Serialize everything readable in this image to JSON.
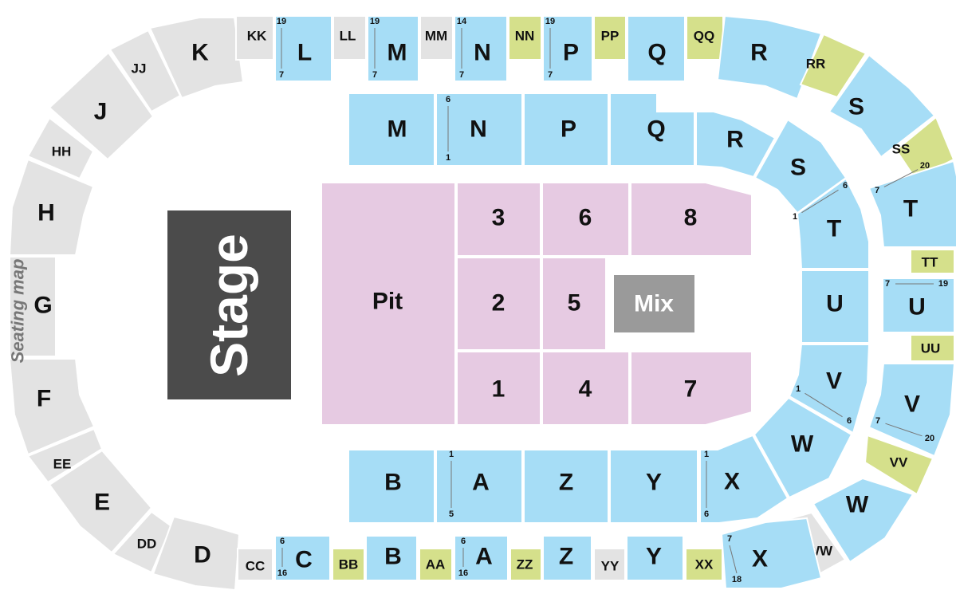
{
  "title": "Seating map",
  "colors": {
    "lower": "#a6ddf6",
    "upper": "#a6ddf6",
    "premium": "#d5e08b",
    "unavailable": "#e3e3e3",
    "floor": "#e6cae2",
    "stage": "#4b4b4b",
    "mix": "#9a9a9a"
  },
  "stage": {
    "label": "Stage"
  },
  "mix": {
    "label": "Mix"
  },
  "sections": [
    {
      "id": "K",
      "label": "K",
      "kind": "unavailable"
    },
    {
      "id": "JJ",
      "label": "JJ",
      "kind": "unavailable"
    },
    {
      "id": "J",
      "label": "J",
      "kind": "unavailable"
    },
    {
      "id": "HH",
      "label": "HH",
      "kind": "unavailable"
    },
    {
      "id": "H",
      "label": "H",
      "kind": "unavailable"
    },
    {
      "id": "G",
      "label": "G",
      "kind": "unavailable"
    },
    {
      "id": "F",
      "label": "F",
      "kind": "unavailable"
    },
    {
      "id": "EE",
      "label": "EE",
      "kind": "unavailable"
    },
    {
      "id": "E",
      "label": "E",
      "kind": "unavailable"
    },
    {
      "id": "DD",
      "label": "DD",
      "kind": "unavailable"
    },
    {
      "id": "D",
      "label": "D",
      "kind": "unavailable"
    },
    {
      "id": "KK",
      "label": "KK",
      "kind": "unavailable"
    },
    {
      "id": "L_up",
      "label": "L",
      "kind": "upper",
      "rows": [
        "19",
        "7"
      ]
    },
    {
      "id": "LL",
      "label": "LL",
      "kind": "unavailable"
    },
    {
      "id": "M_up",
      "label": "M",
      "kind": "upper",
      "rows": [
        "19",
        "7"
      ]
    },
    {
      "id": "MM",
      "label": "MM",
      "kind": "unavailable"
    },
    {
      "id": "N_up",
      "label": "N",
      "kind": "upper",
      "rows": [
        "14",
        "7"
      ]
    },
    {
      "id": "NN",
      "label": "NN",
      "kind": "premium"
    },
    {
      "id": "P_up",
      "label": "P",
      "kind": "upper",
      "rows": [
        "19",
        "7"
      ]
    },
    {
      "id": "PP",
      "label": "PP",
      "kind": "premium"
    },
    {
      "id": "Q_up",
      "label": "Q",
      "kind": "upper"
    },
    {
      "id": "QQ",
      "label": "QQ",
      "kind": "premium"
    },
    {
      "id": "R_up",
      "label": "R",
      "kind": "upper"
    },
    {
      "id": "RR",
      "label": "RR",
      "kind": "premium"
    },
    {
      "id": "S_up",
      "label": "S",
      "kind": "upper"
    },
    {
      "id": "SS",
      "label": "SS",
      "kind": "premium"
    },
    {
      "id": "T_up",
      "label": "T",
      "kind": "upper",
      "rows": [
        "7",
        "20"
      ]
    },
    {
      "id": "TT",
      "label": "TT",
      "kind": "premium"
    },
    {
      "id": "U_up",
      "label": "U",
      "kind": "upper",
      "rows": [
        "7",
        "19"
      ]
    },
    {
      "id": "UU",
      "label": "UU",
      "kind": "premium"
    },
    {
      "id": "V_up",
      "label": "V",
      "kind": "upper",
      "rows": [
        "7",
        "20"
      ]
    },
    {
      "id": "VV",
      "label": "VV",
      "kind": "premium"
    },
    {
      "id": "W_up",
      "label": "W",
      "kind": "upper"
    },
    {
      "id": "WW",
      "label": "WW",
      "kind": "unavailable"
    },
    {
      "id": "X_up",
      "label": "X",
      "kind": "upper",
      "rows": [
        "7",
        "18"
      ]
    },
    {
      "id": "XX",
      "label": "XX",
      "kind": "premium"
    },
    {
      "id": "Y_up",
      "label": "Y",
      "kind": "upper"
    },
    {
      "id": "YY",
      "label": "YY",
      "kind": "unavailable"
    },
    {
      "id": "Z_up",
      "label": "Z",
      "kind": "upper"
    },
    {
      "id": "ZZ",
      "label": "ZZ",
      "kind": "premium"
    },
    {
      "id": "A_up",
      "label": "A",
      "kind": "upper",
      "rows": [
        "6",
        "16"
      ]
    },
    {
      "id": "AA",
      "label": "AA",
      "kind": "premium"
    },
    {
      "id": "B_up",
      "label": "B",
      "kind": "upper"
    },
    {
      "id": "BB",
      "label": "BB",
      "kind": "premium"
    },
    {
      "id": "C_up",
      "label": "C",
      "kind": "upper",
      "rows": [
        "6",
        "16"
      ]
    },
    {
      "id": "CC",
      "label": "CC",
      "kind": "unavailable"
    },
    {
      "id": "M_lo",
      "label": "M",
      "kind": "lower"
    },
    {
      "id": "N_lo",
      "label": "N",
      "kind": "lower",
      "rows": [
        "6",
        "1"
      ]
    },
    {
      "id": "P_lo",
      "label": "P",
      "kind": "lower"
    },
    {
      "id": "Q_lo",
      "label": "Q",
      "kind": "lower"
    },
    {
      "id": "R_lo",
      "label": "R",
      "kind": "lower"
    },
    {
      "id": "S_lo",
      "label": "S",
      "kind": "lower"
    },
    {
      "id": "T_lo",
      "label": "T",
      "kind": "lower",
      "rows": [
        "6",
        "1"
      ]
    },
    {
      "id": "U_lo",
      "label": "U",
      "kind": "lower"
    },
    {
      "id": "V_lo",
      "label": "V",
      "kind": "lower",
      "rows": [
        "1",
        "6"
      ]
    },
    {
      "id": "W_lo",
      "label": "W",
      "kind": "lower"
    },
    {
      "id": "X_lo",
      "label": "X",
      "kind": "lower",
      "rows": [
        "1",
        "6"
      ]
    },
    {
      "id": "Y_lo",
      "label": "Y",
      "kind": "lower"
    },
    {
      "id": "Z_lo",
      "label": "Z",
      "kind": "lower"
    },
    {
      "id": "A_lo",
      "label": "A",
      "kind": "lower",
      "rows": [
        "1",
        "5"
      ]
    },
    {
      "id": "B_lo",
      "label": "B",
      "kind": "lower"
    },
    {
      "id": "Pit",
      "label": "Pit",
      "kind": "floor"
    },
    {
      "id": "F3",
      "label": "3",
      "kind": "floor"
    },
    {
      "id": "F6",
      "label": "6",
      "kind": "floor"
    },
    {
      "id": "F8",
      "label": "8",
      "kind": "floor"
    },
    {
      "id": "F2",
      "label": "2",
      "kind": "floor"
    },
    {
      "id": "F5",
      "label": "5",
      "kind": "floor"
    },
    {
      "id": "F1",
      "label": "1",
      "kind": "floor"
    },
    {
      "id": "F4",
      "label": "4",
      "kind": "floor"
    },
    {
      "id": "F7",
      "label": "7",
      "kind": "floor"
    }
  ]
}
